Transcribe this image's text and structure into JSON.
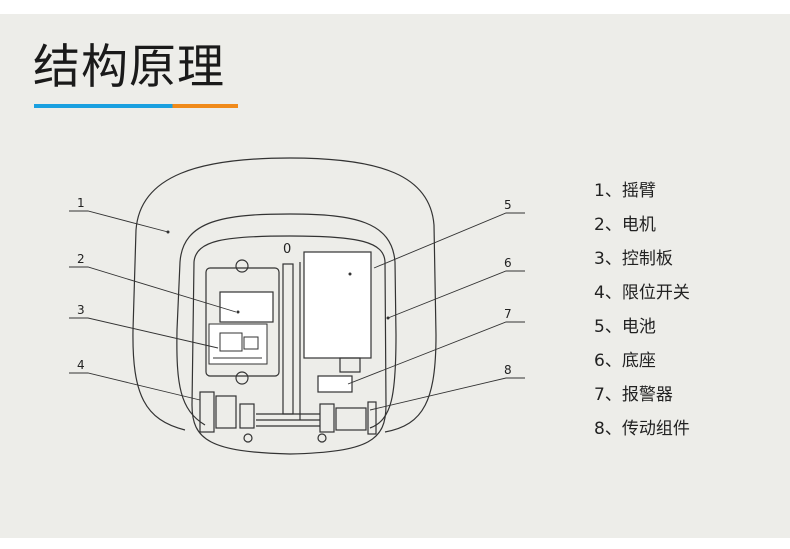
{
  "title": "结构原理",
  "accent_colors": {
    "blue": "#1aa0e0",
    "orange": "#f08a1a"
  },
  "background": "#edede9",
  "diagram": {
    "scale_mark": "0",
    "callouts": [
      "1",
      "2",
      "3",
      "4",
      "5",
      "6",
      "7",
      "8"
    ]
  },
  "legend": [
    "1、摇臂",
    "2、电机",
    "3、控制板",
    "4、限位开关",
    "5、电池",
    "6、底座",
    "7、报警器",
    "8、传动组件"
  ]
}
